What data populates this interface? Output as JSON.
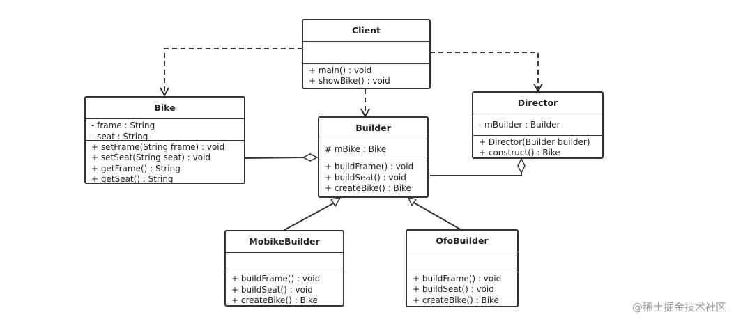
{
  "classes": {
    "client": {
      "name": "Client",
      "attributes": [],
      "operations": [
        "+ main() : void",
        "+ showBike() : void"
      ]
    },
    "bike": {
      "name": "Bike",
      "attributes": [
        "- frame : String",
        "- seat : String"
      ],
      "operations": [
        "+ setFrame(String frame) : void",
        "+ setSeat(String seat) : void",
        "+ getFrame() : String",
        "+ getSeat() : String"
      ]
    },
    "builder": {
      "name": "Builder",
      "attributes": [
        "# mBike : Bike"
      ],
      "operations": [
        "+ buildFrame() : void",
        "+ buildSeat() : void",
        "+ createBike() : Bike"
      ]
    },
    "director": {
      "name": "Director",
      "attributes": [
        "- mBuilder : Builder"
      ],
      "operations": [
        "+ Director(Builder builder)",
        "+ construct() : Bike"
      ]
    },
    "mobike_builder": {
      "name": "MobikeBuilder",
      "attributes": [],
      "operations": [
        "+ buildFrame() : void",
        "+ buildSeat() : void",
        "+ createBike() : Bike"
      ]
    },
    "ofo_builder": {
      "name": "OfoBuilder",
      "attributes": [],
      "operations": [
        "+ buildFrame() : void",
        "+ buildSeat() : void",
        "+ createBike() : Bike"
      ]
    }
  },
  "relationships": [
    {
      "type": "dependency",
      "from": "Client",
      "to": "Bike"
    },
    {
      "type": "dependency",
      "from": "Client",
      "to": "Builder"
    },
    {
      "type": "dependency",
      "from": "Client",
      "to": "Director"
    },
    {
      "type": "aggregation",
      "whole": "Builder",
      "part": "Bike"
    },
    {
      "type": "aggregation",
      "whole": "Director",
      "part": "Builder"
    },
    {
      "type": "generalization",
      "child": "MobikeBuilder",
      "parent": "Builder"
    },
    {
      "type": "generalization",
      "child": "OfoBuilder",
      "parent": "Builder"
    }
  ],
  "colors": {
    "stroke": "#333333",
    "background": "#ffffff",
    "watermark": "#9a9a9a"
  },
  "watermark": "@稀土掘金技术社区"
}
